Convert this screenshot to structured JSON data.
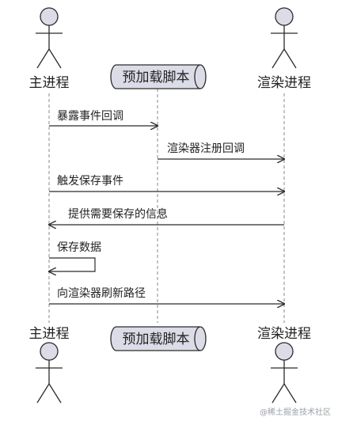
{
  "participants": {
    "main": {
      "label": "主进程",
      "kind": "actor"
    },
    "preload": {
      "label": "预加载脚本",
      "kind": "database"
    },
    "renderer": {
      "label": "渲染进程",
      "kind": "actor"
    }
  },
  "messages": [
    {
      "from": "main",
      "to": "preload",
      "label": "暴露事件回调"
    },
    {
      "from": "preload",
      "to": "renderer",
      "label": "渲染器注册回调"
    },
    {
      "from": "main",
      "to": "renderer",
      "label": "触发保存事件"
    },
    {
      "from": "renderer",
      "to": "main",
      "label": "提供需要保存的信息"
    },
    {
      "from": "main",
      "to": "main",
      "label": "保存数据"
    },
    {
      "from": "main",
      "to": "renderer",
      "label": "向渲染器刷新路径"
    }
  ],
  "colors": {
    "head_fill": "#dcdce8",
    "stroke": "#2b2b2b",
    "lifeline": "#888888"
  },
  "watermark": "@稀土掘金技术社区"
}
